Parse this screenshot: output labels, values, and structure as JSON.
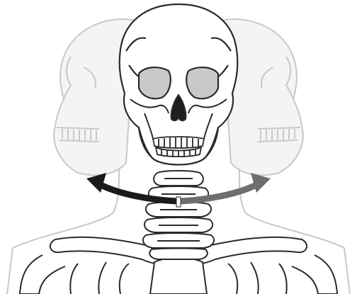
{
  "figure": {
    "subject": "skeletal-neck-rotation",
    "icons": [
      "skull-icon",
      "cervical-spine-icon",
      "clavicle-icon",
      "rotation-arrow-icon"
    ],
    "colors": {
      "background": "#ffffff",
      "faded_outline": "#c8c8c8",
      "faded_fill": "#f2f2f2",
      "bone_outline": "#2a2a2a",
      "bone_fill": "#ffffff",
      "eye_socket_shade": "#c9c9c9",
      "arrow_left": "#1b1b1b",
      "arrow_right": "#6e6e6e"
    },
    "rotation": {
      "directions": [
        "left",
        "right"
      ]
    }
  }
}
